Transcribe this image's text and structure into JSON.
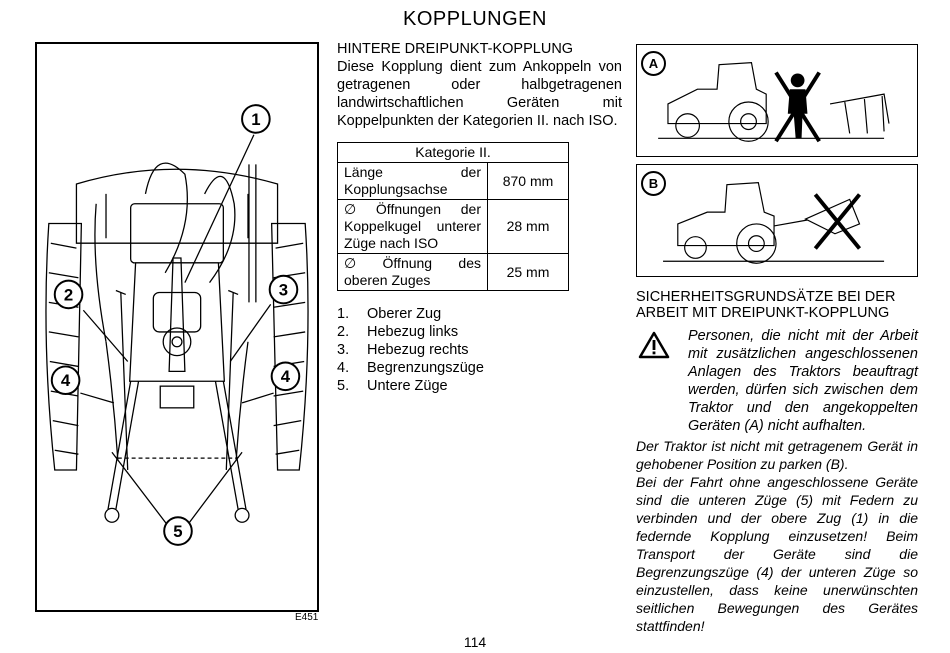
{
  "page": {
    "title": "KOPPLUNGEN",
    "page_number": "114"
  },
  "figure_left": {
    "code": "E451",
    "callouts": [
      "1",
      "2",
      "3",
      "4",
      "4",
      "5"
    ]
  },
  "middle": {
    "heading": "HINTERE DREIPUNKT-KOPPLUNG",
    "intro": "Diese Kopplung dient zum Ankoppeln von getragenen oder halbgetragenen landwirtschaftlichen Geräten mit Koppelpunkten der Kategorien II. nach ISO.",
    "table": {
      "header": "Kategorie II.",
      "rows": [
        {
          "label": "Länge der Kopplungsachse",
          "value": "870 mm"
        },
        {
          "label": "∅ Öffnungen der Koppelkugel unterer Züge nach ISO",
          "value": "28 mm"
        },
        {
          "label": "∅ Öffnung des oberen Zuges",
          "value": "25 mm"
        }
      ]
    },
    "parts": [
      {
        "num": "1.",
        "label": "Oberer Zug"
      },
      {
        "num": "2.",
        "label": "Hebezug links"
      },
      {
        "num": "3.",
        "label": "Hebezug rechts"
      },
      {
        "num": "4.",
        "label": "Begrenzungszüge"
      },
      {
        "num": "5.",
        "label": "Untere Züge"
      }
    ]
  },
  "right": {
    "figure_a_label": "A",
    "figure_b_label": "B",
    "safety_heading": "SICHERHEITSGRUNDSÄTZE BEI DER ARBEIT MIT DREIPUNKT-KOPPLUNG",
    "warning_icon": "warning-triangle-icon",
    "warning_text": "Personen, die nicht mit der Arbeit mit zusätzlichen angeschlossenen Anlagen des Traktors beauftragt werden, dürfen sich zwischen dem Traktor und den angekoppelten Geräten (A) nicht aufhalten.",
    "note_1": "Der Traktor ist nicht mit getragenem Gerät in gehobener Position zu parken (B).",
    "note_2": "Bei der Fahrt ohne angeschlossene Geräte sind die unteren Züge (5) mit Federn zu verbinden und der obere Zug (1) in die federnde Kopplung einzusetzen! Beim Transport der Geräte sind die Begrenzungszüge (4) der unteren Züge so einzustellen, dass keine unerwünschten seitlichen Bewegungen des Gerätes stattfinden!"
  }
}
